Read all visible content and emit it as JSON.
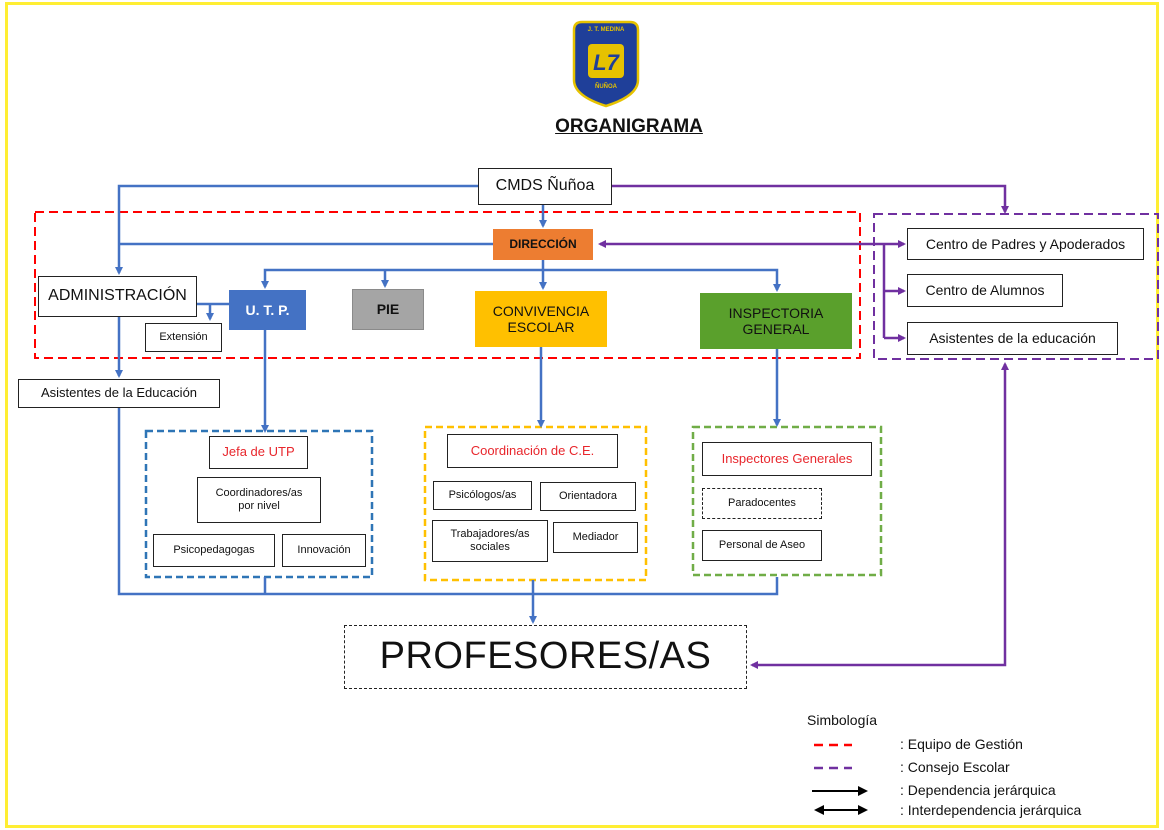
{
  "logo": {
    "top_text": "J. T. MEDINA",
    "bottom_text": "ÑUÑOA"
  },
  "title": "ORGANIGRAMA",
  "nodes": {
    "cmds": "CMDS Ñuñoa",
    "direccion": "DIRECCIÓN",
    "administracion": "ADMINISTRACIÓN",
    "utp": "U. T. P.",
    "pie": "PIE",
    "convivencia": "CONVIVENCIA ESCOLAR",
    "inspectoria": "INSPECTORIA GENERAL",
    "extension": "Extensión",
    "asistentes_edu": "Asistentes de la Educación",
    "centro_padres": "Centro de Padres y Apoderados",
    "centro_alumnos": "Centro de Alumnos",
    "asistentes_consejo": "Asistentes de la educación",
    "jefa_utp": "Jefa de UTP",
    "coordinadores": "Coordinadores/as por nivel",
    "psicopedagogas": "Psicopedagogas",
    "innovacion": "Innovación",
    "coordinacion_ce": "Coordinación de C.E.",
    "psicologos": "Psicólogos/as",
    "orientadora": "Orientadora",
    "trabajadores": "Trabajadores/as sociales",
    "mediador": "Mediador",
    "inspectores": "Inspectores Generales",
    "paradocentes": "Paradocentes",
    "personal_aseo": "Personal de Aseo",
    "profesores": "PROFESORES/AS"
  },
  "legend": {
    "title": "Simbología",
    "items": [
      {
        "label": ": Equipo de Gestión"
      },
      {
        "label": ": Consejo Escolar"
      },
      {
        "label": ": Dependencia jerárquica"
      },
      {
        "label": ": Interdependencia jerárquica"
      }
    ]
  },
  "colors": {
    "blue_line": "#4472c4",
    "purple_line": "#7030a0",
    "red_dash": "#ff0000",
    "direccion_fill": "#ed7d31",
    "utp_fill": "#4472c4",
    "pie_fill": "#a5a5a5",
    "convivencia_fill": "#ffc000",
    "inspectoria_fill": "#5aa02c",
    "utp_group": "#2e75b6",
    "ce_group": "#ffc000",
    "insp_group": "#70ad47"
  }
}
